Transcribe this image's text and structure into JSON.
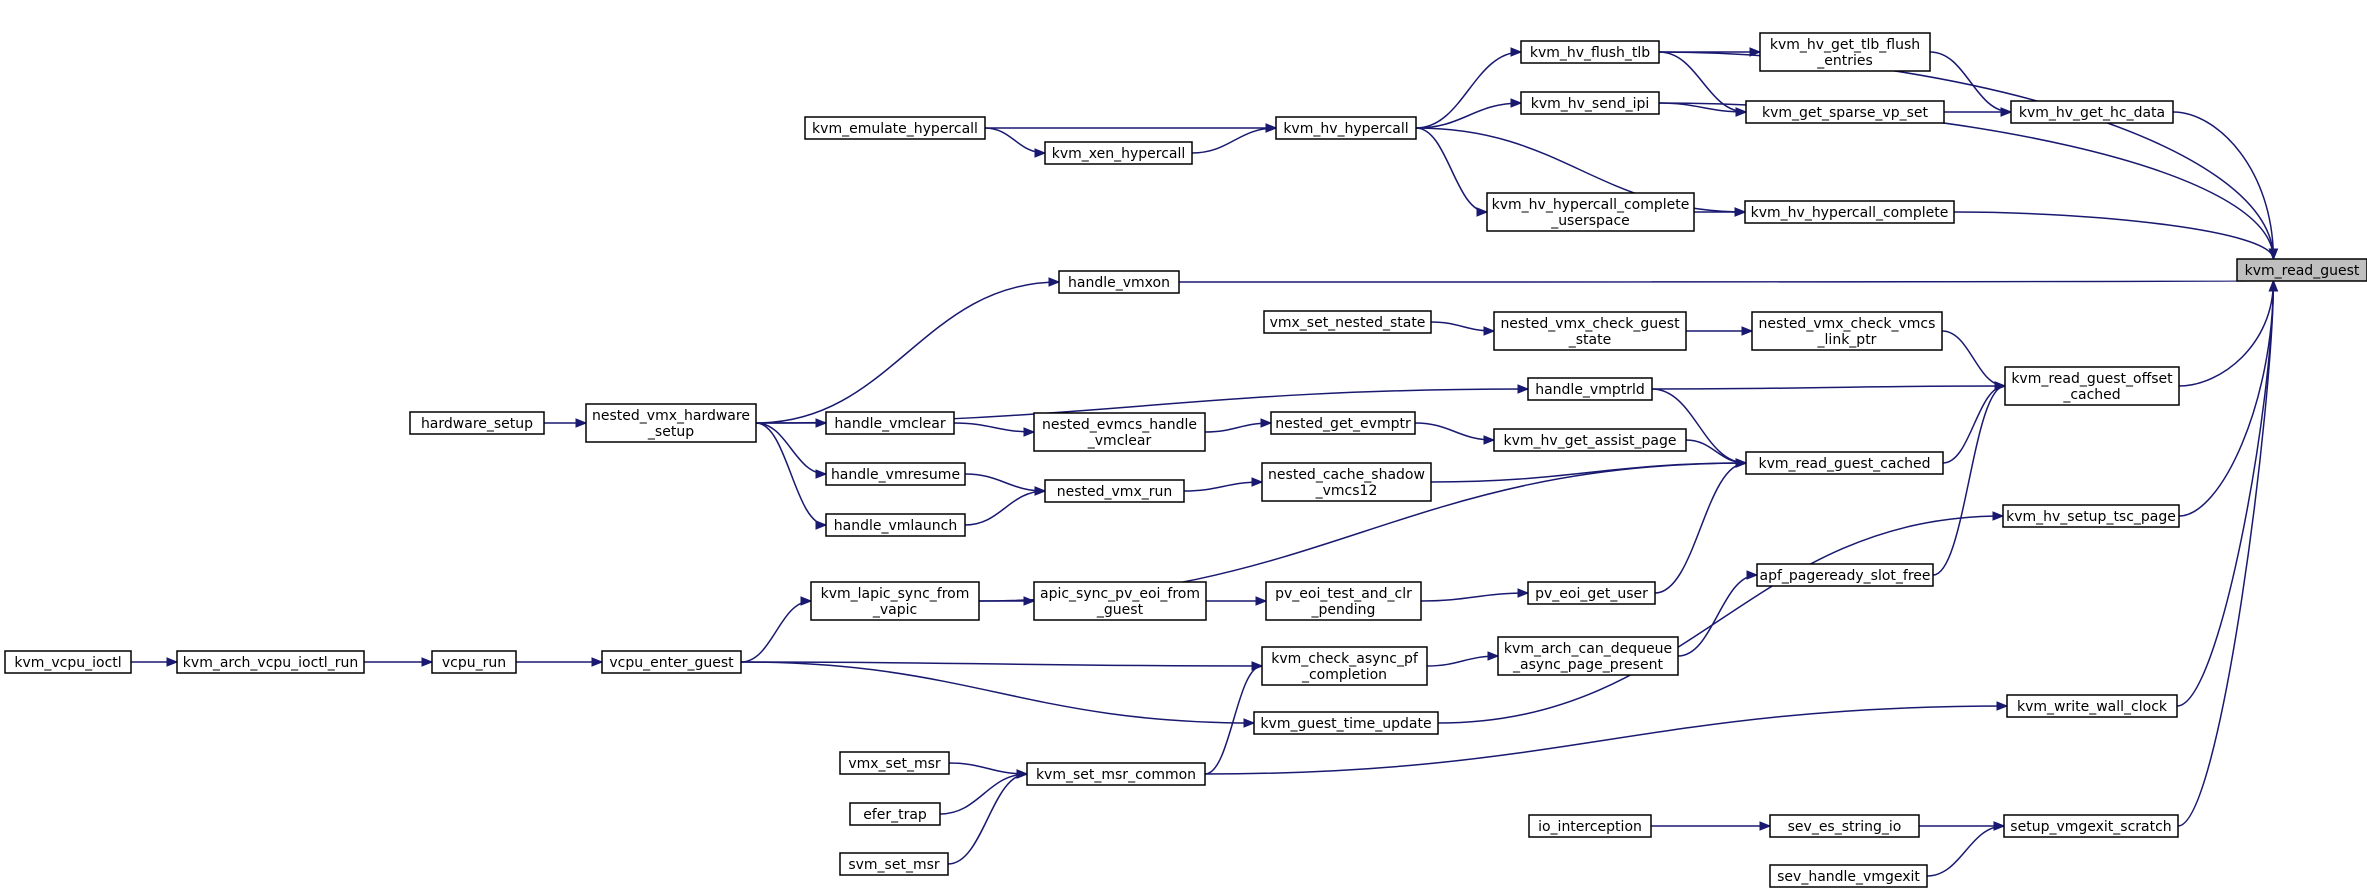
{
  "diagram": {
    "root": "kvm_read_guest",
    "colors": {
      "edge": "#191970",
      "node_border": "#000000",
      "node_fill": "#ffffff",
      "root_fill": "#bfbfbf"
    },
    "nodes": [
      {
        "id": "kvm_read_guest",
        "lines": [
          "kvm_read_guest"
        ]
      },
      {
        "id": "kvm_hv_flush_tlb",
        "lines": [
          "kvm_hv_flush_tlb"
        ]
      },
      {
        "id": "kvm_hv_get_tlb_flush_entries",
        "lines": [
          "kvm_hv_get_tlb_flush",
          "_entries"
        ]
      },
      {
        "id": "kvm_hv_send_ipi",
        "lines": [
          "kvm_hv_send_ipi"
        ]
      },
      {
        "id": "kvm_get_sparse_vp_set",
        "lines": [
          "kvm_get_sparse_vp_set"
        ]
      },
      {
        "id": "kvm_hv_get_hc_data",
        "lines": [
          "kvm_hv_get_hc_data"
        ]
      },
      {
        "id": "kvm_emulate_hypercall",
        "lines": [
          "kvm_emulate_hypercall"
        ]
      },
      {
        "id": "kvm_hv_hypercall",
        "lines": [
          "kvm_hv_hypercall"
        ]
      },
      {
        "id": "kvm_xen_hypercall",
        "lines": [
          "kvm_xen_hypercall"
        ]
      },
      {
        "id": "kvm_hv_hypercall_complete_userspace",
        "lines": [
          "kvm_hv_hypercall_complete",
          "_userspace"
        ]
      },
      {
        "id": "kvm_hv_hypercall_complete",
        "lines": [
          "kvm_hv_hypercall_complete"
        ]
      },
      {
        "id": "handle_vmxon",
        "lines": [
          "handle_vmxon"
        ]
      },
      {
        "id": "vmx_set_nested_state",
        "lines": [
          "vmx_set_nested_state"
        ]
      },
      {
        "id": "nested_vmx_check_guest_state",
        "lines": [
          "nested_vmx_check_guest",
          "_state"
        ]
      },
      {
        "id": "nested_vmx_check_vmcs_link_ptr",
        "lines": [
          "nested_vmx_check_vmcs",
          "_link_ptr"
        ]
      },
      {
        "id": "kvm_read_guest_offset_cached",
        "lines": [
          "kvm_read_guest_offset",
          "_cached"
        ]
      },
      {
        "id": "hardware_setup",
        "lines": [
          "hardware_setup"
        ]
      },
      {
        "id": "nested_vmx_hardware_setup",
        "lines": [
          "nested_vmx_hardware",
          "_setup"
        ]
      },
      {
        "id": "handle_vmptrld",
        "lines": [
          "handle_vmptrld"
        ]
      },
      {
        "id": "handle_vmclear",
        "lines": [
          "handle_vmclear"
        ]
      },
      {
        "id": "nested_evmcs_handle_vmclear",
        "lines": [
          "nested_evmcs_handle",
          "_vmclear"
        ]
      },
      {
        "id": "nested_get_evmptr",
        "lines": [
          "nested_get_evmptr"
        ]
      },
      {
        "id": "kvm_hv_get_assist_page",
        "lines": [
          "kvm_hv_get_assist_page"
        ]
      },
      {
        "id": "kvm_read_guest_cached",
        "lines": [
          "kvm_read_guest_cached"
        ]
      },
      {
        "id": "handle_vmresume",
        "lines": [
          "handle_vmresume"
        ]
      },
      {
        "id": "nested_vmx_run",
        "lines": [
          "nested_vmx_run"
        ]
      },
      {
        "id": "nested_cache_shadow_vmcs12",
        "lines": [
          "nested_cache_shadow",
          "_vmcs12"
        ]
      },
      {
        "id": "handle_vmlaunch",
        "lines": [
          "handle_vmlaunch"
        ]
      },
      {
        "id": "kvm_hv_setup_tsc_page",
        "lines": [
          "kvm_hv_setup_tsc_page"
        ]
      },
      {
        "id": "kvm_lapic_sync_from_vapic",
        "lines": [
          "kvm_lapic_sync_from",
          "_vapic"
        ]
      },
      {
        "id": "apic_sync_pv_eoi_from_guest",
        "lines": [
          "apic_sync_pv_eoi_from",
          "_guest"
        ]
      },
      {
        "id": "pv_eoi_test_and_clr_pending",
        "lines": [
          "pv_eoi_test_and_clr",
          "_pending"
        ]
      },
      {
        "id": "pv_eoi_get_user",
        "lines": [
          "pv_eoi_get_user"
        ]
      },
      {
        "id": "apf_pageready_slot_free",
        "lines": [
          "apf_pageready_slot_free"
        ]
      },
      {
        "id": "kvm_vcpu_ioctl",
        "lines": [
          "kvm_vcpu_ioctl"
        ]
      },
      {
        "id": "kvm_arch_vcpu_ioctl_run",
        "lines": [
          "kvm_arch_vcpu_ioctl_run"
        ]
      },
      {
        "id": "vcpu_run",
        "lines": [
          "vcpu_run"
        ]
      },
      {
        "id": "vcpu_enter_guest",
        "lines": [
          "vcpu_enter_guest"
        ]
      },
      {
        "id": "kvm_check_async_pf_completion",
        "lines": [
          "kvm_check_async_pf",
          "_completion"
        ]
      },
      {
        "id": "kvm_arch_can_dequeue_async_page_present",
        "lines": [
          "kvm_arch_can_dequeue",
          "_async_page_present"
        ]
      },
      {
        "id": "kvm_guest_time_update",
        "lines": [
          "kvm_guest_time_update"
        ]
      },
      {
        "id": "kvm_write_wall_clock",
        "lines": [
          "kvm_write_wall_clock"
        ]
      },
      {
        "id": "vmx_set_msr",
        "lines": [
          "vmx_set_msr"
        ]
      },
      {
        "id": "kvm_set_msr_common",
        "lines": [
          "kvm_set_msr_common"
        ]
      },
      {
        "id": "efer_trap",
        "lines": [
          "efer_trap"
        ]
      },
      {
        "id": "svm_set_msr",
        "lines": [
          "svm_set_msr"
        ]
      },
      {
        "id": "io_interception",
        "lines": [
          "io_interception"
        ]
      },
      {
        "id": "sev_es_string_io",
        "lines": [
          "sev_es_string_io"
        ]
      },
      {
        "id": "setup_vmgexit_scratch",
        "lines": [
          "setup_vmgexit_scratch"
        ]
      },
      {
        "id": "sev_handle_vmgexit",
        "lines": [
          "sev_handle_vmgexit"
        ]
      }
    ],
    "edges": [
      [
        "kvm_hv_flush_tlb",
        "kvm_read_guest"
      ],
      [
        "kvm_hv_flush_tlb",
        "kvm_hv_get_tlb_flush_entries"
      ],
      [
        "kvm_hv_flush_tlb",
        "kvm_get_sparse_vp_set"
      ],
      [
        "kvm_hv_get_tlb_flush_entries",
        "kvm_hv_get_hc_data"
      ],
      [
        "kvm_hv_send_ipi",
        "kvm_get_sparse_vp_set"
      ],
      [
        "kvm_hv_send_ipi",
        "kvm_read_guest"
      ],
      [
        "kvm_get_sparse_vp_set",
        "kvm_hv_get_hc_data"
      ],
      [
        "kvm_hv_get_hc_data",
        "kvm_read_guest"
      ],
      [
        "kvm_emulate_hypercall",
        "kvm_hv_hypercall"
      ],
      [
        "kvm_emulate_hypercall",
        "kvm_xen_hypercall"
      ],
      [
        "kvm_xen_hypercall",
        "kvm_hv_hypercall"
      ],
      [
        "kvm_hv_hypercall",
        "kvm_hv_flush_tlb"
      ],
      [
        "kvm_hv_hypercall",
        "kvm_hv_send_ipi"
      ],
      [
        "kvm_hv_hypercall",
        "kvm_hv_hypercall_complete_userspace"
      ],
      [
        "kvm_hv_hypercall",
        "kvm_hv_hypercall_complete"
      ],
      [
        "kvm_hv_hypercall_complete_userspace",
        "kvm_hv_hypercall_complete"
      ],
      [
        "kvm_hv_hypercall_complete",
        "kvm_read_guest"
      ],
      [
        "handle_vmxon",
        "kvm_read_guest"
      ],
      [
        "vmx_set_nested_state",
        "nested_vmx_check_guest_state"
      ],
      [
        "nested_vmx_check_guest_state",
        "nested_vmx_check_vmcs_link_ptr"
      ],
      [
        "nested_vmx_check_vmcs_link_ptr",
        "kvm_read_guest_offset_cached"
      ],
      [
        "kvm_read_guest_offset_cached",
        "kvm_read_guest"
      ],
      [
        "hardware_setup",
        "nested_vmx_hardware_setup"
      ],
      [
        "nested_vmx_hardware_setup",
        "handle_vmxon"
      ],
      [
        "nested_vmx_hardware_setup",
        "handle_vmptrld"
      ],
      [
        "nested_vmx_hardware_setup",
        "handle_vmclear"
      ],
      [
        "nested_vmx_hardware_setup",
        "handle_vmresume"
      ],
      [
        "nested_vmx_hardware_setup",
        "handle_vmlaunch"
      ],
      [
        "handle_vmptrld",
        "kvm_read_guest_offset_cached"
      ],
      [
        "handle_vmptrld",
        "kvm_read_guest_cached"
      ],
      [
        "handle_vmclear",
        "nested_evmcs_handle_vmclear"
      ],
      [
        "nested_evmcs_handle_vmclear",
        "nested_get_evmptr"
      ],
      [
        "nested_get_evmptr",
        "kvm_hv_get_assist_page"
      ],
      [
        "kvm_hv_get_assist_page",
        "kvm_read_guest_cached"
      ],
      [
        "kvm_read_guest_cached",
        "kvm_read_guest_offset_cached"
      ],
      [
        "handle_vmresume",
        "nested_vmx_run"
      ],
      [
        "handle_vmlaunch",
        "nested_vmx_run"
      ],
      [
        "nested_vmx_run",
        "nested_cache_shadow_vmcs12"
      ],
      [
        "nested_cache_shadow_vmcs12",
        "kvm_read_guest_cached"
      ],
      [
        "kvm_hv_setup_tsc_page",
        "kvm_read_guest"
      ],
      [
        "kvm_lapic_sync_from_vapic",
        "kvm_read_guest_cached"
      ],
      [
        "kvm_lapic_sync_from_vapic",
        "apic_sync_pv_eoi_from_guest"
      ],
      [
        "apic_sync_pv_eoi_from_guest",
        "pv_eoi_test_and_clr_pending"
      ],
      [
        "pv_eoi_test_and_clr_pending",
        "pv_eoi_get_user"
      ],
      [
        "pv_eoi_get_user",
        "kvm_read_guest_cached"
      ],
      [
        "apf_pageready_slot_free",
        "kvm_read_guest_offset_cached"
      ],
      [
        "kvm_vcpu_ioctl",
        "kvm_arch_vcpu_ioctl_run"
      ],
      [
        "kvm_arch_vcpu_ioctl_run",
        "vcpu_run"
      ],
      [
        "vcpu_run",
        "vcpu_enter_guest"
      ],
      [
        "vcpu_enter_guest",
        "kvm_lapic_sync_from_vapic"
      ],
      [
        "vcpu_enter_guest",
        "kvm_check_async_pf_completion"
      ],
      [
        "vcpu_enter_guest",
        "kvm_guest_time_update"
      ],
      [
        "kvm_check_async_pf_completion",
        "kvm_arch_can_dequeue_async_page_present"
      ],
      [
        "kvm_arch_can_dequeue_async_page_present",
        "apf_pageready_slot_free"
      ],
      [
        "kvm_guest_time_update",
        "kvm_hv_setup_tsc_page"
      ],
      [
        "kvm_write_wall_clock",
        "kvm_read_guest"
      ],
      [
        "vmx_set_msr",
        "kvm_set_msr_common"
      ],
      [
        "efer_trap",
        "kvm_set_msr_common"
      ],
      [
        "svm_set_msr",
        "kvm_set_msr_common"
      ],
      [
        "kvm_set_msr_common",
        "kvm_check_async_pf_completion"
      ],
      [
        "kvm_set_msr_common",
        "kvm_write_wall_clock"
      ],
      [
        "io_interception",
        "sev_es_string_io"
      ],
      [
        "sev_es_string_io",
        "setup_vmgexit_scratch"
      ],
      [
        "sev_handle_vmgexit",
        "setup_vmgexit_scratch"
      ],
      [
        "setup_vmgexit_scratch",
        "kvm_read_guest"
      ]
    ]
  }
}
